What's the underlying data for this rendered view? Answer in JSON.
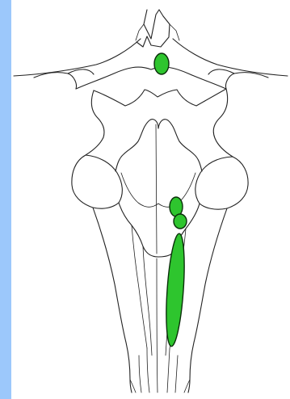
{
  "diagram": {
    "subject": "brainstem-dorsal-view",
    "colors": {
      "frame": "#9cc8fb",
      "background": "#ffffff",
      "outline": "#222222",
      "highlight_fill": "#2ec52e",
      "highlight_stroke": "#0a2f0a"
    },
    "highlighted_regions": [
      {
        "id": "upper-midline-nucleus",
        "shape": "ellipse"
      },
      {
        "id": "upper-right-nucleus",
        "shape": "ellipse"
      },
      {
        "id": "middle-right-nucleus",
        "shape": "ellipse"
      },
      {
        "id": "long-right-column",
        "shape": "ellipse"
      }
    ]
  }
}
